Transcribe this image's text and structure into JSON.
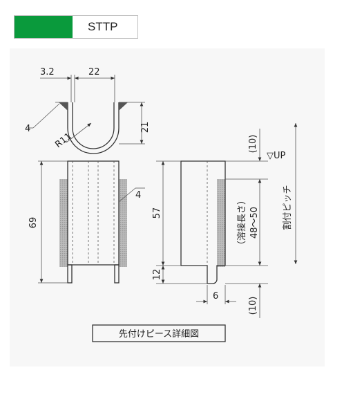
{
  "header": {
    "label": "STTP",
    "accent": "#0a9a3c"
  },
  "drawing": {
    "dim_3_2": "3.2",
    "dim_22": "22",
    "dim_21": "21",
    "dim_4_top": "4",
    "radius": "R11",
    "dim_69": "69",
    "dim_4_mid": "4",
    "dim_57": "57",
    "dim_12": "12",
    "dim_6": "6",
    "dim_10_top": "(10)",
    "dim_10_bottom": "(10)",
    "up_label": "▽UP",
    "weld_length": "（溶接長さ）",
    "weld_range": "48～50",
    "pitch_label": "割付ピッチ",
    "caption": "先付けピース詳細図"
  }
}
